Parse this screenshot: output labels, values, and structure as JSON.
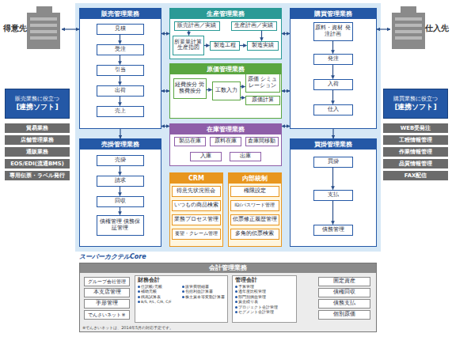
{
  "diagram": {
    "nodes": [
      {
        "text": [
          "得意先"
        ]
      },
      {
        "text": [
          "販売管理業務"
        ]
      },
      {
        "text": [
          "見積"
        ],
        "in": 1
      },
      {
        "text": [
          "受注"
        ],
        "in": 1
      },
      {
        "text": [
          "引当"
        ],
        "in": 1
      },
      {
        "text": [
          "出荷"
        ],
        "in": 1
      },
      {
        "text": [
          "売上"
        ],
        "in": 1
      },
      {
        "text": [
          "生産管理業務"
        ]
      },
      {
        "text": [
          "販売計画／実績"
        ],
        "in": 7
      },
      {
        "text": [
          "生産計画／実績"
        ],
        "in": 7
      },
      {
        "text": [
          "所要量計算 生産指図"
        ],
        "in": 7
      },
      {
        "text": [
          "製造工程"
        ],
        "in": 7
      },
      {
        "text": [
          "製造実績"
        ],
        "in": 7
      },
      {
        "text": [
          "購買管理業務"
        ]
      },
      {
        "text": [
          "原料・資材 発注計画"
        ],
        "in": 13
      },
      {
        "text": [
          "発注"
        ],
        "in": 13
      },
      {
        "text": [
          "入荷"
        ],
        "in": 13
      },
      {
        "text": [
          "仕入"
        ],
        "in": 13
      },
      {
        "text": [
          "仕入先"
        ]
      },
      {
        "text": [
          "原価管理業務"
        ]
      },
      {
        "text": [
          "経費按分 労務費按分"
        ],
        "in": 19
      },
      {
        "text": [
          "工数入力"
        ],
        "in": 19
      },
      {
        "text": [
          "原価 シミュレーション"
        ],
        "in": 19
      },
      {
        "text": [
          "原価計算"
        ],
        "in": 19
      },
      {
        "text": [
          "在庫管理業務"
        ]
      },
      {
        "text": [
          "製品在庫"
        ],
        "in": 24
      },
      {
        "text": [
          "原料在庫"
        ],
        "in": 24
      },
      {
        "text": [
          "倉庫間移動"
        ],
        "in": 24
      },
      {
        "text": [
          "入庫"
        ],
        "in": 24
      },
      {
        "text": [
          "出庫"
        ],
        "in": 24
      },
      {
        "text": [
          "売掛管理業務"
        ]
      },
      {
        "text": [
          "売掛"
        ],
        "in": 30
      },
      {
        "text": [
          "請求"
        ],
        "in": 30
      },
      {
        "text": [
          "回収"
        ],
        "in": 30
      },
      {
        "text": [
          "債権管理 債務保証管理"
        ],
        "in": 30
      },
      {
        "text": [
          "買掛管理業務"
        ]
      },
      {
        "text": [
          "買掛"
        ],
        "in": 35
      },
      {
        "text": [
          "支払"
        ],
        "in": 35
      },
      {
        "text": [
          "債務管理"
        ],
        "in": 35
      },
      {
        "text": [
          "CRM"
        ]
      },
      {
        "text": [
          "得意先状況照会"
        ],
        "in": 39
      },
      {
        "text": [
          "いつもの商品検索"
        ],
        "in": 39
      },
      {
        "text": [
          "業務プロセス管理"
        ],
        "in": 39
      },
      {
        "text": [
          "要望・クレーム管理"
        ],
        "in": 39
      },
      {
        "text": [
          "内部統制"
        ]
      },
      {
        "text": [
          "権限設定"
        ],
        "in": 44
      },
      {
        "text": [
          "ID/パスワード管理"
        ],
        "in": 44
      },
      {
        "text": [
          "伝票修正履歴管理"
        ],
        "in": 44
      },
      {
        "text": [
          "多角的伝票検索"
        ],
        "in": 44
      },
      {
        "text": [
          "販売業務に役立つ",
          "[連携ソフト]"
        ]
      },
      {
        "text": [
          "貿易業務"
        ]
      },
      {
        "text": [
          "店舗管理業務"
        ]
      },
      {
        "text": [
          "通販業務"
        ]
      },
      {
        "text": [
          "EOS/EDI(流通BMS)"
        ]
      },
      {
        "text": [
          "専用伝票・ラベル発行"
        ]
      },
      {
        "text": [
          "購買業務に役立つ",
          "[連携ソフト]"
        ]
      },
      {
        "text": [
          "WEB受発注"
        ]
      },
      {
        "text": [
          "工程情報管理"
        ]
      },
      {
        "text": [
          "作業情報管理"
        ]
      },
      {
        "text": [
          "品質情報管理"
        ]
      },
      {
        "text": [
          "FAX配信"
        ]
      },
      {
        "text": [
          "会計管理業務"
        ]
      },
      {
        "text": [
          "グループ会社管理"
        ],
        "in": 61
      },
      {
        "text": [
          "本支店管理"
        ],
        "in": 61
      },
      {
        "text": [
          "手形管理"
        ],
        "in": 61
      },
      {
        "text": [
          "でんさいネット※"
        ],
        "in": 61
      },
      {
        "text": [
          "財務会計",
          "仕訳帳/元帳",
          "販管費明細書",
          "補助元帳",
          "包括利益計算書",
          "残高試算表",
          "株主資本等変動計算書",
          "B/S, P/L, C/R, C/F"
        ],
        "in": 61
      },
      {
        "text": [
          "管理会計",
          "予算管理",
          "過年度比較管理",
          "部門別損益管理",
          "資金繰り表",
          "プロジェクト会計管理",
          "セグメント会計管理"
        ],
        "in": 61
      },
      {
        "text": [
          "固定資産"
        ],
        "in": 61
      },
      {
        "text": [
          "債権回収"
        ],
        "in": 61
      },
      {
        "text": [
          "債務支払"
        ],
        "in": 61
      },
      {
        "text": [
          "個別原価"
        ],
        "in": 61
      }
    ],
    "edges": [
      {
        "from": 0,
        "to": 1,
        "arrow": "both"
      },
      {
        "from": 13,
        "to": 18,
        "arrow": "both"
      },
      {
        "from": 1,
        "to": 7,
        "arrow": "both"
      },
      {
        "from": 7,
        "to": 13,
        "arrow": "both"
      },
      {
        "from": 1,
        "to": 19,
        "arrow": "both"
      },
      {
        "from": 13,
        "to": 19,
        "arrow": "both"
      },
      {
        "from": 1,
        "to": 24,
        "arrow": "both"
      },
      {
        "from": 13,
        "to": 24,
        "arrow": "both"
      },
      {
        "from": 1,
        "to": 30,
        "arrow": "to"
      },
      {
        "from": 13,
        "to": 35,
        "arrow": "to"
      },
      {
        "from": 2,
        "to": 3,
        "arrow": "to"
      },
      {
        "from": 3,
        "to": 4,
        "arrow": "to"
      },
      {
        "from": 4,
        "to": 5,
        "arrow": "to"
      },
      {
        "from": 5,
        "to": 6,
        "arrow": "to"
      },
      {
        "from": 8,
        "to": 10,
        "arrow": "to"
      },
      {
        "from": 10,
        "to": 11,
        "arrow": "to"
      },
      {
        "from": 11,
        "to": 12,
        "arrow": "to"
      },
      {
        "from": 9,
        "to": 12,
        "arrow": "to"
      },
      {
        "from": 14,
        "to": 15,
        "arrow": "to"
      },
      {
        "from": 15,
        "to": 16,
        "arrow": "to"
      },
      {
        "from": 16,
        "to": 17,
        "arrow": "to"
      },
      {
        "from": 20,
        "to": 21,
        "arrow": "to"
      },
      {
        "from": 21,
        "to": 22,
        "arrow": "to"
      },
      {
        "from": 21,
        "to": 23,
        "arrow": "to"
      },
      {
        "from": 31,
        "to": 32,
        "arrow": "to"
      },
      {
        "from": 32,
        "to": 33,
        "arrow": "to"
      },
      {
        "from": 33,
        "to": 34,
        "arrow": "to"
      },
      {
        "from": 36,
        "to": 37,
        "arrow": "to"
      },
      {
        "from": 37,
        "to": 38,
        "arrow": "to"
      }
    ],
    "labels": [
      "スーパーカクテルCore",
      "※でんさいネットは、2014年5月の対応予定です。"
    ]
  }
}
